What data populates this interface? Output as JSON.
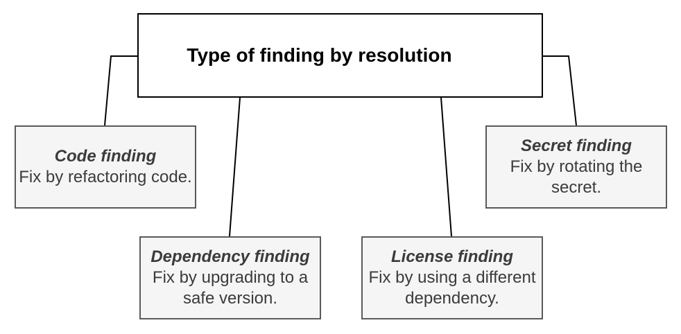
{
  "diagram": {
    "root_title": "Type of finding by resolution",
    "nodes": [
      {
        "id": "code",
        "title": "Code finding",
        "description": "Fix by refactoring code."
      },
      {
        "id": "dependency",
        "title": "Dependency finding",
        "description": "Fix by upgrading to a safe version."
      },
      {
        "id": "license",
        "title": "License finding",
        "description": "Fix by using a different dependency."
      },
      {
        "id": "secret",
        "title": "Secret finding",
        "description": "Fix by rotating the secret."
      }
    ],
    "colors": {
      "root_fill": "#ffffff",
      "root_border": "#000000",
      "root_text": "#000000",
      "node_fill": "#f5f5f5",
      "node_border": "#595959",
      "node_text": "#3b3b3b",
      "connector": "#000000"
    }
  }
}
